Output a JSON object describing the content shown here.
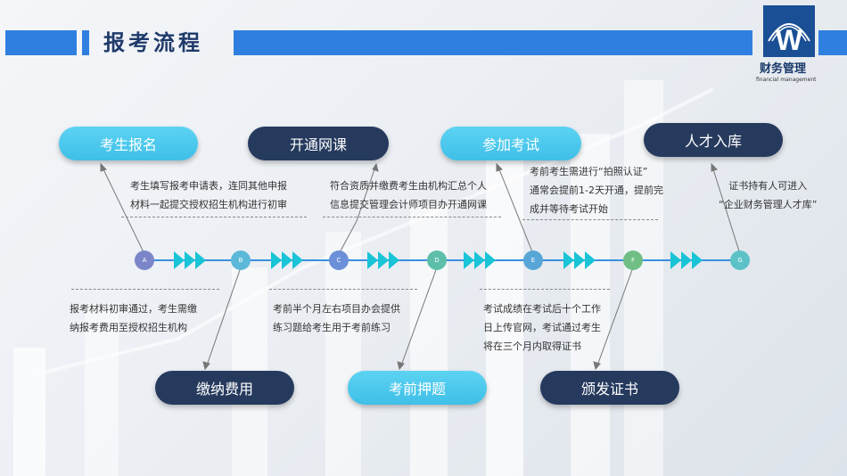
{
  "title": "报考流程",
  "logo": {
    "name": "财务管理",
    "subtitle": "financial management"
  },
  "steps": {
    "s1": {
      "label": "考生报名",
      "desc1": "考生填写报考申请表，连同其他申报",
      "desc2": "材料一起提交授权招生机构进行初审"
    },
    "s2": {
      "label": "缴纳费用",
      "desc1": "报考材料初审通过，考生需缴",
      "desc2": "纳报考费用至授权招生机构"
    },
    "s3": {
      "label": "开通网课",
      "desc1": "符合资质并缴费考生由机构汇总个人",
      "desc2": "信息提交管理会计师项目办开通网课"
    },
    "s4": {
      "label": "考前押题",
      "desc1": "考前半个月左右项目办会提供",
      "desc2": "练习题给考生用于考前练习"
    },
    "s5": {
      "label": "参加考试",
      "desc1": "考前考生需进行“拍照认证”",
      "desc2": "通常会提前1-2天开通，提前完",
      "desc3": "成并等待考试开始"
    },
    "s6": {
      "label": "颁发证书",
      "desc1": "考试成绩在考试后十个工作",
      "desc2": "日上传官网，考试通过考生",
      "desc3": "将在三个月内取得证书"
    },
    "s7": {
      "label": "人才入库",
      "desc1": "证书持有人可进入",
      "desc2": "“企业财务管理人才库”"
    }
  },
  "nodes": [
    "A",
    "B",
    "C",
    "D",
    "E",
    "F",
    "G"
  ],
  "colors": {
    "cyan": "#3fbfe8",
    "navy": "#263a5e",
    "accent": "#2f7fe0",
    "arrow": "#18c4d6"
  }
}
